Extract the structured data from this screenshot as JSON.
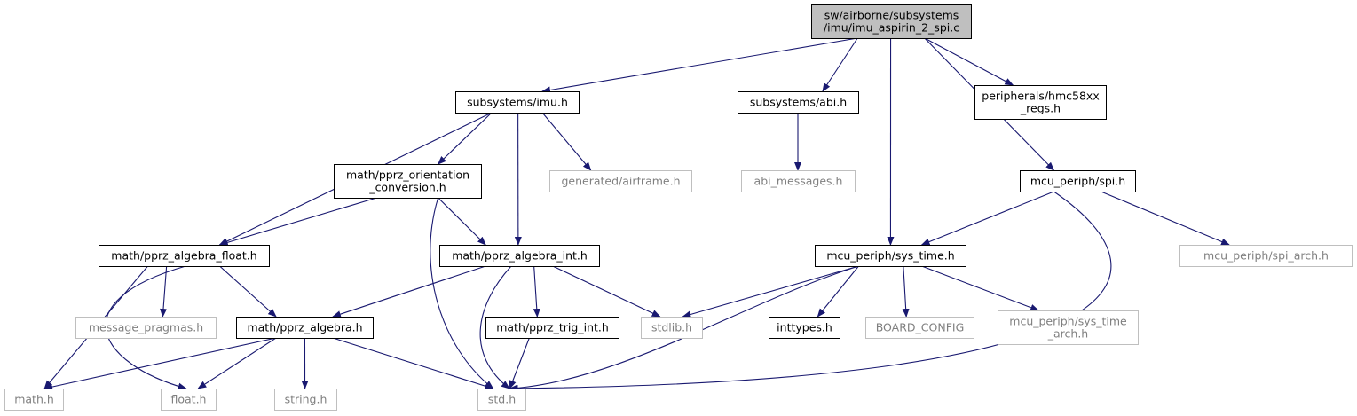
{
  "colors": {
    "edge": "#191970",
    "root_fill": "#bfbfbf",
    "ext_border": "#bfbfbf",
    "ext_text": "#7f7f7f",
    "box_border": "#000000"
  },
  "nodes": [
    {
      "id": "root",
      "lines": [
        "sw/airborne/subsystems",
        "/imu/imu_aspirin_2_spi.c"
      ],
      "style": "root"
    },
    {
      "id": "imu_h",
      "lines": [
        "subsystems/imu.h"
      ],
      "style": "normal"
    },
    {
      "id": "abi_h",
      "lines": [
        "subsystems/abi.h"
      ],
      "style": "normal"
    },
    {
      "id": "hmc",
      "lines": [
        "peripherals/hmc58xx",
        "_regs.h"
      ],
      "style": "normal"
    },
    {
      "id": "spi_h",
      "lines": [
        "mcu_periph/spi.h"
      ],
      "style": "normal"
    },
    {
      "id": "orient",
      "lines": [
        "math/pprz_orientation",
        "_conversion.h"
      ],
      "style": "normal"
    },
    {
      "id": "airframe",
      "lines": [
        "generated/airframe.h"
      ],
      "style": "ext"
    },
    {
      "id": "abi_msg",
      "lines": [
        "abi_messages.h"
      ],
      "style": "ext"
    },
    {
      "id": "alg_float",
      "lines": [
        "math/pprz_algebra_float.h"
      ],
      "style": "normal"
    },
    {
      "id": "alg_int",
      "lines": [
        "math/pprz_algebra_int.h"
      ],
      "style": "normal"
    },
    {
      "id": "sys_time",
      "lines": [
        "mcu_periph/sys_time.h"
      ],
      "style": "normal"
    },
    {
      "id": "spi_arch",
      "lines": [
        "mcu_periph/spi_arch.h"
      ],
      "style": "ext"
    },
    {
      "id": "msg_prag",
      "lines": [
        "message_pragmas.h"
      ],
      "style": "ext"
    },
    {
      "id": "alg",
      "lines": [
        "math/pprz_algebra.h"
      ],
      "style": "normal"
    },
    {
      "id": "trig",
      "lines": [
        "math/pprz_trig_int.h"
      ],
      "style": "normal"
    },
    {
      "id": "stdlib",
      "lines": [
        "stdlib.h"
      ],
      "style": "ext"
    },
    {
      "id": "inttypes",
      "lines": [
        "inttypes.h"
      ],
      "style": "normal"
    },
    {
      "id": "board",
      "lines": [
        "BOARD_CONFIG"
      ],
      "style": "ext"
    },
    {
      "id": "systime_arch",
      "lines": [
        "mcu_periph/sys_time",
        "_arch.h"
      ],
      "style": "ext"
    },
    {
      "id": "math",
      "lines": [
        "math.h"
      ],
      "style": "ext"
    },
    {
      "id": "float",
      "lines": [
        "float.h"
      ],
      "style": "ext"
    },
    {
      "id": "string",
      "lines": [
        "string.h"
      ],
      "style": "ext"
    },
    {
      "id": "std",
      "lines": [
        "std.h"
      ],
      "style": "ext"
    }
  ],
  "edges": [
    [
      "root",
      "imu_h"
    ],
    [
      "root",
      "abi_h"
    ],
    [
      "root",
      "sys_time"
    ],
    [
      "root",
      "hmc"
    ],
    [
      "root",
      "spi_h"
    ],
    [
      "imu_h",
      "alg_float"
    ],
    [
      "imu_h",
      "orient"
    ],
    [
      "imu_h",
      "alg_int"
    ],
    [
      "imu_h",
      "airframe"
    ],
    [
      "abi_h",
      "abi_msg"
    ],
    [
      "spi_h",
      "sys_time"
    ],
    [
      "spi_h",
      "spi_arch"
    ],
    [
      "spi_h",
      "std"
    ],
    [
      "orient",
      "alg_float"
    ],
    [
      "orient",
      "alg_int"
    ],
    [
      "orient",
      "std"
    ],
    [
      "alg_float",
      "math"
    ],
    [
      "alg_float",
      "float"
    ],
    [
      "alg_float",
      "msg_prag"
    ],
    [
      "alg_float",
      "alg"
    ],
    [
      "alg_int",
      "alg"
    ],
    [
      "alg_int",
      "std"
    ],
    [
      "alg_int",
      "trig"
    ],
    [
      "alg_int",
      "stdlib"
    ],
    [
      "sys_time",
      "stdlib"
    ],
    [
      "sys_time",
      "std"
    ],
    [
      "sys_time",
      "inttypes"
    ],
    [
      "sys_time",
      "board"
    ],
    [
      "sys_time",
      "systime_arch"
    ],
    [
      "alg",
      "math"
    ],
    [
      "alg",
      "float"
    ],
    [
      "alg",
      "string"
    ],
    [
      "alg",
      "std"
    ],
    [
      "trig",
      "std"
    ]
  ]
}
